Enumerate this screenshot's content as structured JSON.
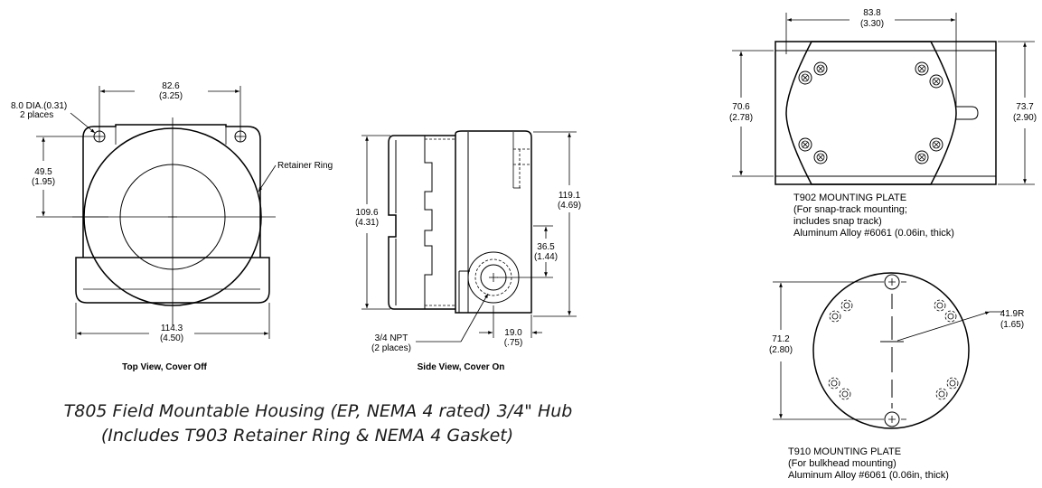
{
  "title": {
    "line1": "T805 Field Mountable Housing (EP, NEMA 4 rated) 3/4\" Hub",
    "line2": "(Includes T903 Retainer Ring & NEMA 4 Gasket)"
  },
  "top_view": {
    "caption": "Top View, Cover Off",
    "dim_width_mm": "82.6",
    "dim_width_in": "(3.25)",
    "dim_height_mm": "49.5",
    "dim_height_in": "(1.95)",
    "dim_base_mm": "114.3",
    "dim_base_in": "(4.50)",
    "hole_label_1": "8.0 DIA.(0.31)",
    "hole_label_2": "2 places",
    "retainer_label": "Retainer Ring"
  },
  "side_view": {
    "caption": "Side View, Cover On",
    "dim_left_mm": "109.6",
    "dim_left_in": "(4.31)",
    "dim_right_mm": "119.1",
    "dim_right_in": "(4.69)",
    "dim_hub_mm": "36.5",
    "dim_hub_in": "(1.44)",
    "dim_bottom_mm": "19.0",
    "dim_bottom_in": "(.75)",
    "npt_label_1": "3/4 NPT",
    "npt_label_2": "(2 places)"
  },
  "t902": {
    "dim_top_mm": "83.8",
    "dim_top_in": "(3.30)",
    "dim_left_mm": "70.6",
    "dim_left_in": "(2.78)",
    "dim_right_mm": "73.7",
    "dim_right_in": "(2.90)",
    "cap1": "T902  MOUNTING  PLATE",
    "cap2": "(For  snap-track  mounting;",
    "cap3": "includes  snap  track)",
    "cap4": "Aluminum  Alloy  #6061  (0.06in,  thick)"
  },
  "t910": {
    "dim_left_mm": "71.2",
    "dim_left_in": "(2.80)",
    "dim_radius_mm": "41.9R",
    "dim_radius_in": "(1.65)",
    "cap1": "T910  MOUNTING  PLATE",
    "cap2": "(For  bulkhead  mounting)",
    "cap3": "Aluminum  Alloy  #6061  (0.06in,  thick)"
  }
}
